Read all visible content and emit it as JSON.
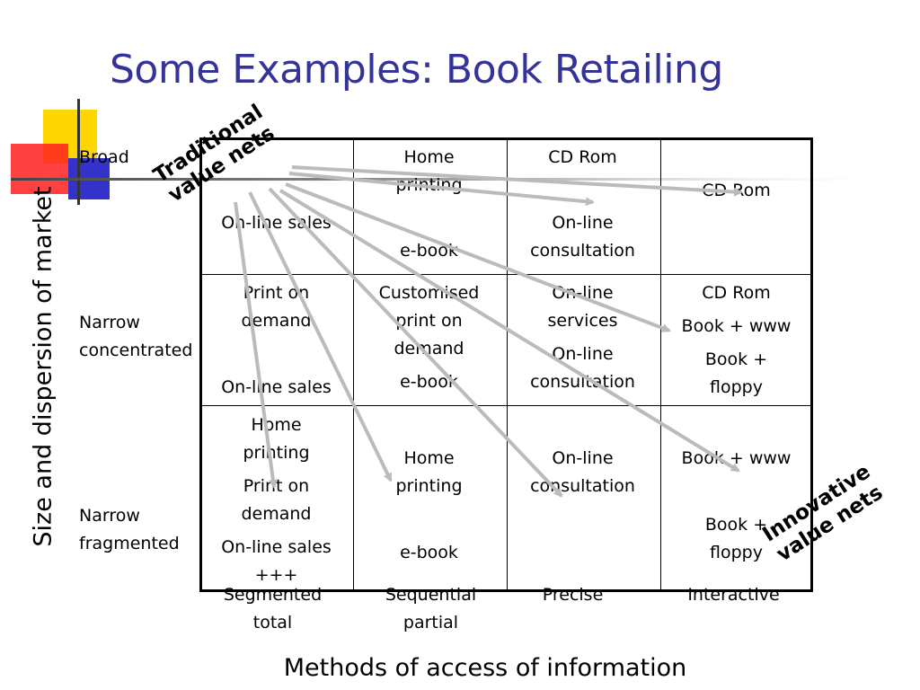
{
  "title": "Some Examples: Book Retailing",
  "y_axis_label": "Size and dispersion of market",
  "x_axis_label": "Methods of access of information",
  "rows": [
    {
      "label": "Broad",
      "cells": [
        {
          "top": "",
          "bottom": "On-line sales"
        },
        {
          "top": "Home\nprinting",
          "bottom": "e-book"
        },
        {
          "top": "CD Rom",
          "bottom": "On-line\nconsultation"
        },
        {
          "top": "",
          "middle": "CD Rom"
        }
      ]
    },
    {
      "label": "Narrow\nconcentrated",
      "cells": [
        {
          "top": "Print on\ndemand",
          "bottom": "On-line sales"
        },
        {
          "top": "Customised\nprint on\ndemand",
          "bottom": "e-book"
        },
        {
          "top": "On-line\nservices",
          "bottom": "On-line\nconsultation"
        },
        {
          "top": "CD Rom",
          "second": "Book + www",
          "bottom": "Book +\nfloppy"
        }
      ]
    },
    {
      "label": "Narrow\nfragmented",
      "cells": [
        {
          "top": "Home\nprinting",
          "second": "Print on\ndemand",
          "bottom": "On-line sales\n+++"
        },
        {
          "top": "Home\nprinting",
          "bottom": "e-book"
        },
        {
          "top": "On-line\nconsultation"
        },
        {
          "top": "Book + www",
          "bottom": "Book +\nfloppy"
        }
      ]
    }
  ],
  "columns": [
    "Segmented\ntotal",
    "Sequential\npartial",
    "Precise",
    "Interactive"
  ],
  "callouts": {
    "traditional": "Traditional\nvalue nets",
    "innovative": "Innovative\nvalue nets"
  },
  "colors": {
    "title": "#333399",
    "deco_yellow": "#FFD600",
    "deco_red": "#FF2020",
    "deco_blue": "#3333CC",
    "arrow": "#BBBBBB"
  }
}
